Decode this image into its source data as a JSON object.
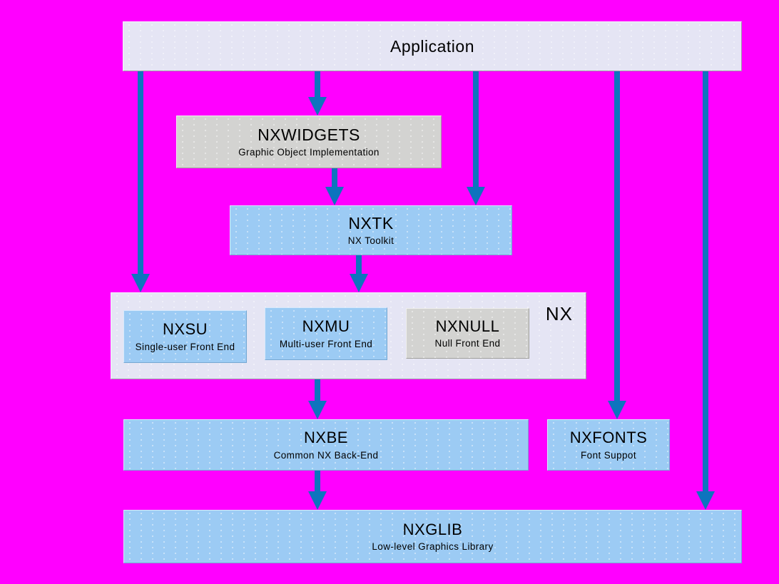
{
  "diagram": {
    "description": "NX graphics subsystem architecture block diagram",
    "boxes": {
      "application": {
        "title": "Application"
      },
      "nxwidgets": {
        "title": "NXWIDGETS",
        "subtitle": "Graphic Object Implementation"
      },
      "nxtk": {
        "title": "NXTK",
        "subtitle": "NX Toolkit"
      },
      "nx_group": {
        "label": "NX"
      },
      "nxsu": {
        "title": "NXSU",
        "subtitle": "Single-user Front End"
      },
      "nxmu": {
        "title": "NXMU",
        "subtitle": "Multi-user Front End"
      },
      "nxnull": {
        "title": "NXNULL",
        "subtitle": "Null Front End"
      },
      "nxbe": {
        "title": "NXBE",
        "subtitle": "Common NX Back-End"
      },
      "nxfonts": {
        "title": "NXFONTS",
        "subtitle": "Font Suppot"
      },
      "nxglib": {
        "title": "NXGLIB",
        "subtitle": "Low-level Graphics Library"
      }
    },
    "arrows": [
      {
        "from": "application",
        "to": "nx_group"
      },
      {
        "from": "application",
        "to": "nxwidgets"
      },
      {
        "from": "nxwidgets",
        "to": "nxtk"
      },
      {
        "from": "application",
        "to": "nxtk"
      },
      {
        "from": "nxtk",
        "to": "nx_group"
      },
      {
        "from": "nx_group",
        "to": "nxbe"
      },
      {
        "from": "nxbe",
        "to": "nxglib"
      },
      {
        "from": "application",
        "to": "nxfonts"
      },
      {
        "from": "application",
        "to": "nxglib"
      }
    ]
  },
  "colors": {
    "background": "#FF00FF",
    "box_light": "#E5E5F4",
    "box_gray": "#D3D3D1",
    "box_blue": "#9CCBF4",
    "arrow": "#0E74BE",
    "text": "#000000"
  }
}
